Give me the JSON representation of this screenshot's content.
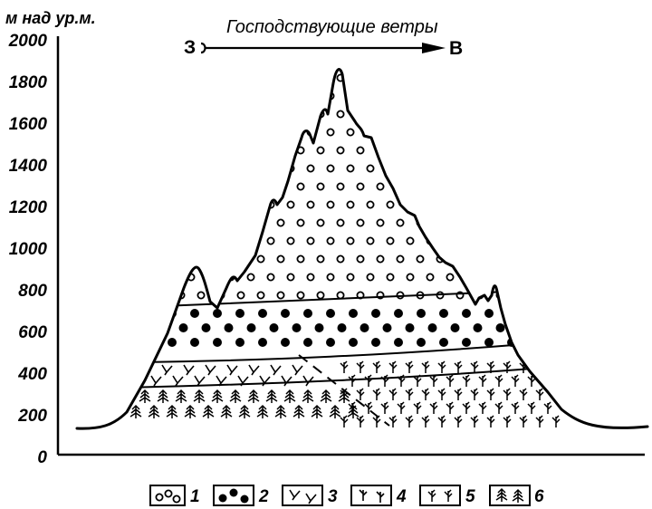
{
  "figure": {
    "y_axis_label": "м над ур.м.",
    "y_ticks": [
      "2000",
      "1800",
      "1600",
      "1400",
      "1200",
      "1000",
      "800",
      "600",
      "400",
      "200",
      "0"
    ],
    "wind": {
      "title": "Господствующие ветры",
      "from": "З",
      "to": "В"
    },
    "legend": [
      {
        "symbol": "open-circle",
        "number": "1"
      },
      {
        "symbol": "filled-circle",
        "number": "2"
      },
      {
        "symbol": "broadleaf-sprig",
        "number": "3"
      },
      {
        "symbol": "mixed-sprig",
        "number": "4"
      },
      {
        "symbol": "steppe-sprig",
        "number": "5"
      },
      {
        "symbol": "conifer-tree",
        "number": "6"
      }
    ]
  }
}
